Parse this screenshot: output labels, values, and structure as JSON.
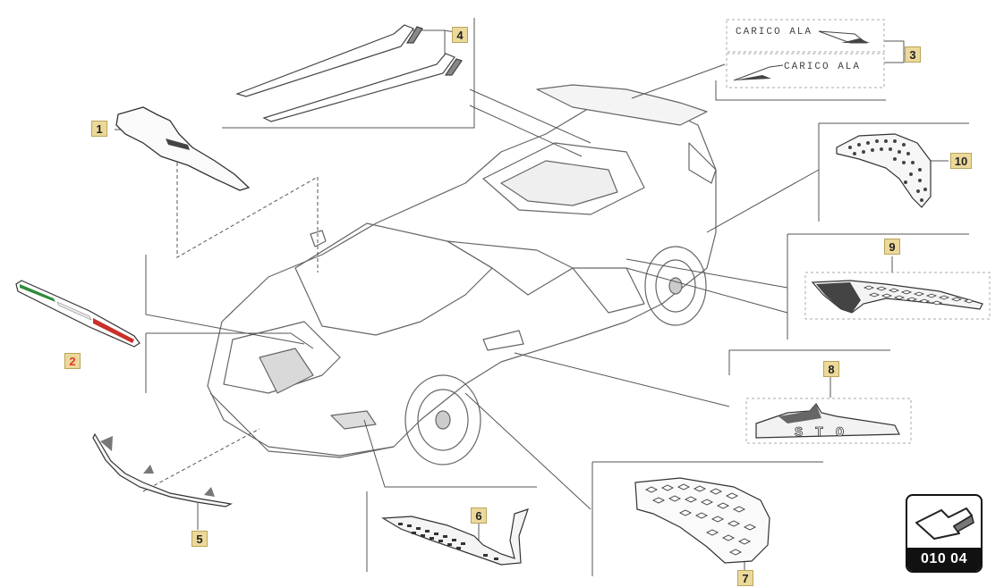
{
  "callouts": {
    "c1": "1",
    "c2": "2",
    "c3": "3",
    "c4": "4",
    "c5": "5",
    "c6": "6",
    "c7": "7",
    "c8": "8",
    "c9": "9",
    "c10": "10"
  },
  "decals": {
    "carico_ala_1": "CARICO ALA",
    "carico_ala_2": "CARICO ALA",
    "sto_badge": "STO"
  },
  "nav": {
    "code": "010 04",
    "icon": "arrow-icon"
  },
  "colors": {
    "callout_bg": "#ecd99a",
    "highlight_red": "#e23a2a",
    "flag_green": "#2f8a3a",
    "flag_red": "#c8302a",
    "line": "#555555"
  }
}
